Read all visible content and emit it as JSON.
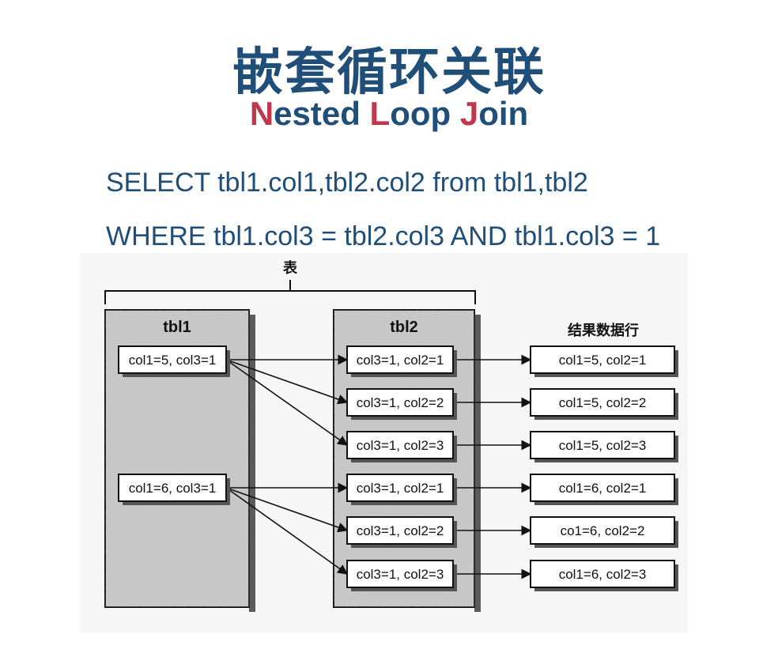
{
  "title_cn": "嵌套循环关联",
  "title_en": {
    "parts": [
      {
        "text": "N",
        "hl": true
      },
      {
        "text": "ested ",
        "hl": false
      },
      {
        "text": "L",
        "hl": true
      },
      {
        "text": "oop ",
        "hl": false
      },
      {
        "text": "J",
        "hl": true
      },
      {
        "text": "oin",
        "hl": false
      }
    ]
  },
  "sql": {
    "line1": "SELECT tbl1.col1,tbl2.col2 from tbl1,tbl2",
    "line2": "WHERE tbl1.col3 = tbl2.col3 AND tbl1.col3 = 1"
  },
  "diagram": {
    "bracket_label": "表",
    "tbl1": {
      "label": "tbl1",
      "rows": [
        "col1=5, col3=1",
        "col1=6, col3=1"
      ]
    },
    "tbl2": {
      "label": "tbl2",
      "rows": [
        "col3=1, col2=1",
        "col3=1, col2=2",
        "col3=1, col2=3",
        "col3=1, col2=1",
        "col3=1, col2=2",
        "col3=1, col2=3"
      ]
    },
    "result": {
      "label": "结果数据行",
      "rows": [
        "col1=5, col2=1",
        "col1=5, col2=2",
        "col1=5, col2=3",
        "col1=6, col2=1",
        "co1=6, col2=2",
        "col1=6, col2=3"
      ]
    }
  },
  "colors": {
    "title": "#1f4e79",
    "highlight": "#c0394b",
    "panel": "#c8c8c8"
  }
}
